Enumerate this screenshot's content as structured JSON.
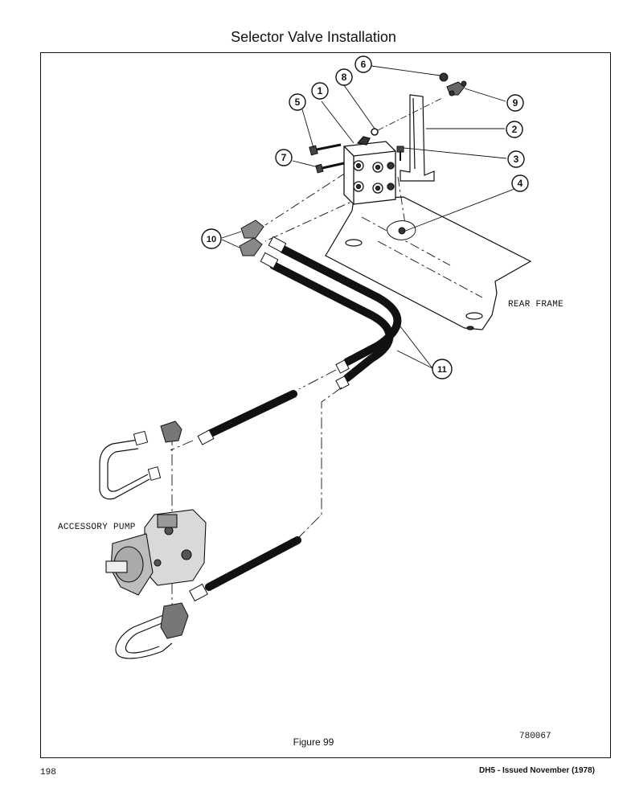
{
  "title": "Selector Valve Installation",
  "callouts": [
    "1",
    "2",
    "3",
    "4",
    "5",
    "6",
    "7",
    "8",
    "9",
    "10",
    "11"
  ],
  "labels": {
    "rear_frame": "REAR FRAME",
    "accessory_pump": "ACCESSORY PUMP"
  },
  "figure_caption": "Figure 99",
  "drawing_number": "780067",
  "page_number": "198",
  "footer_issue": "DH5 - Issued November (1978)"
}
